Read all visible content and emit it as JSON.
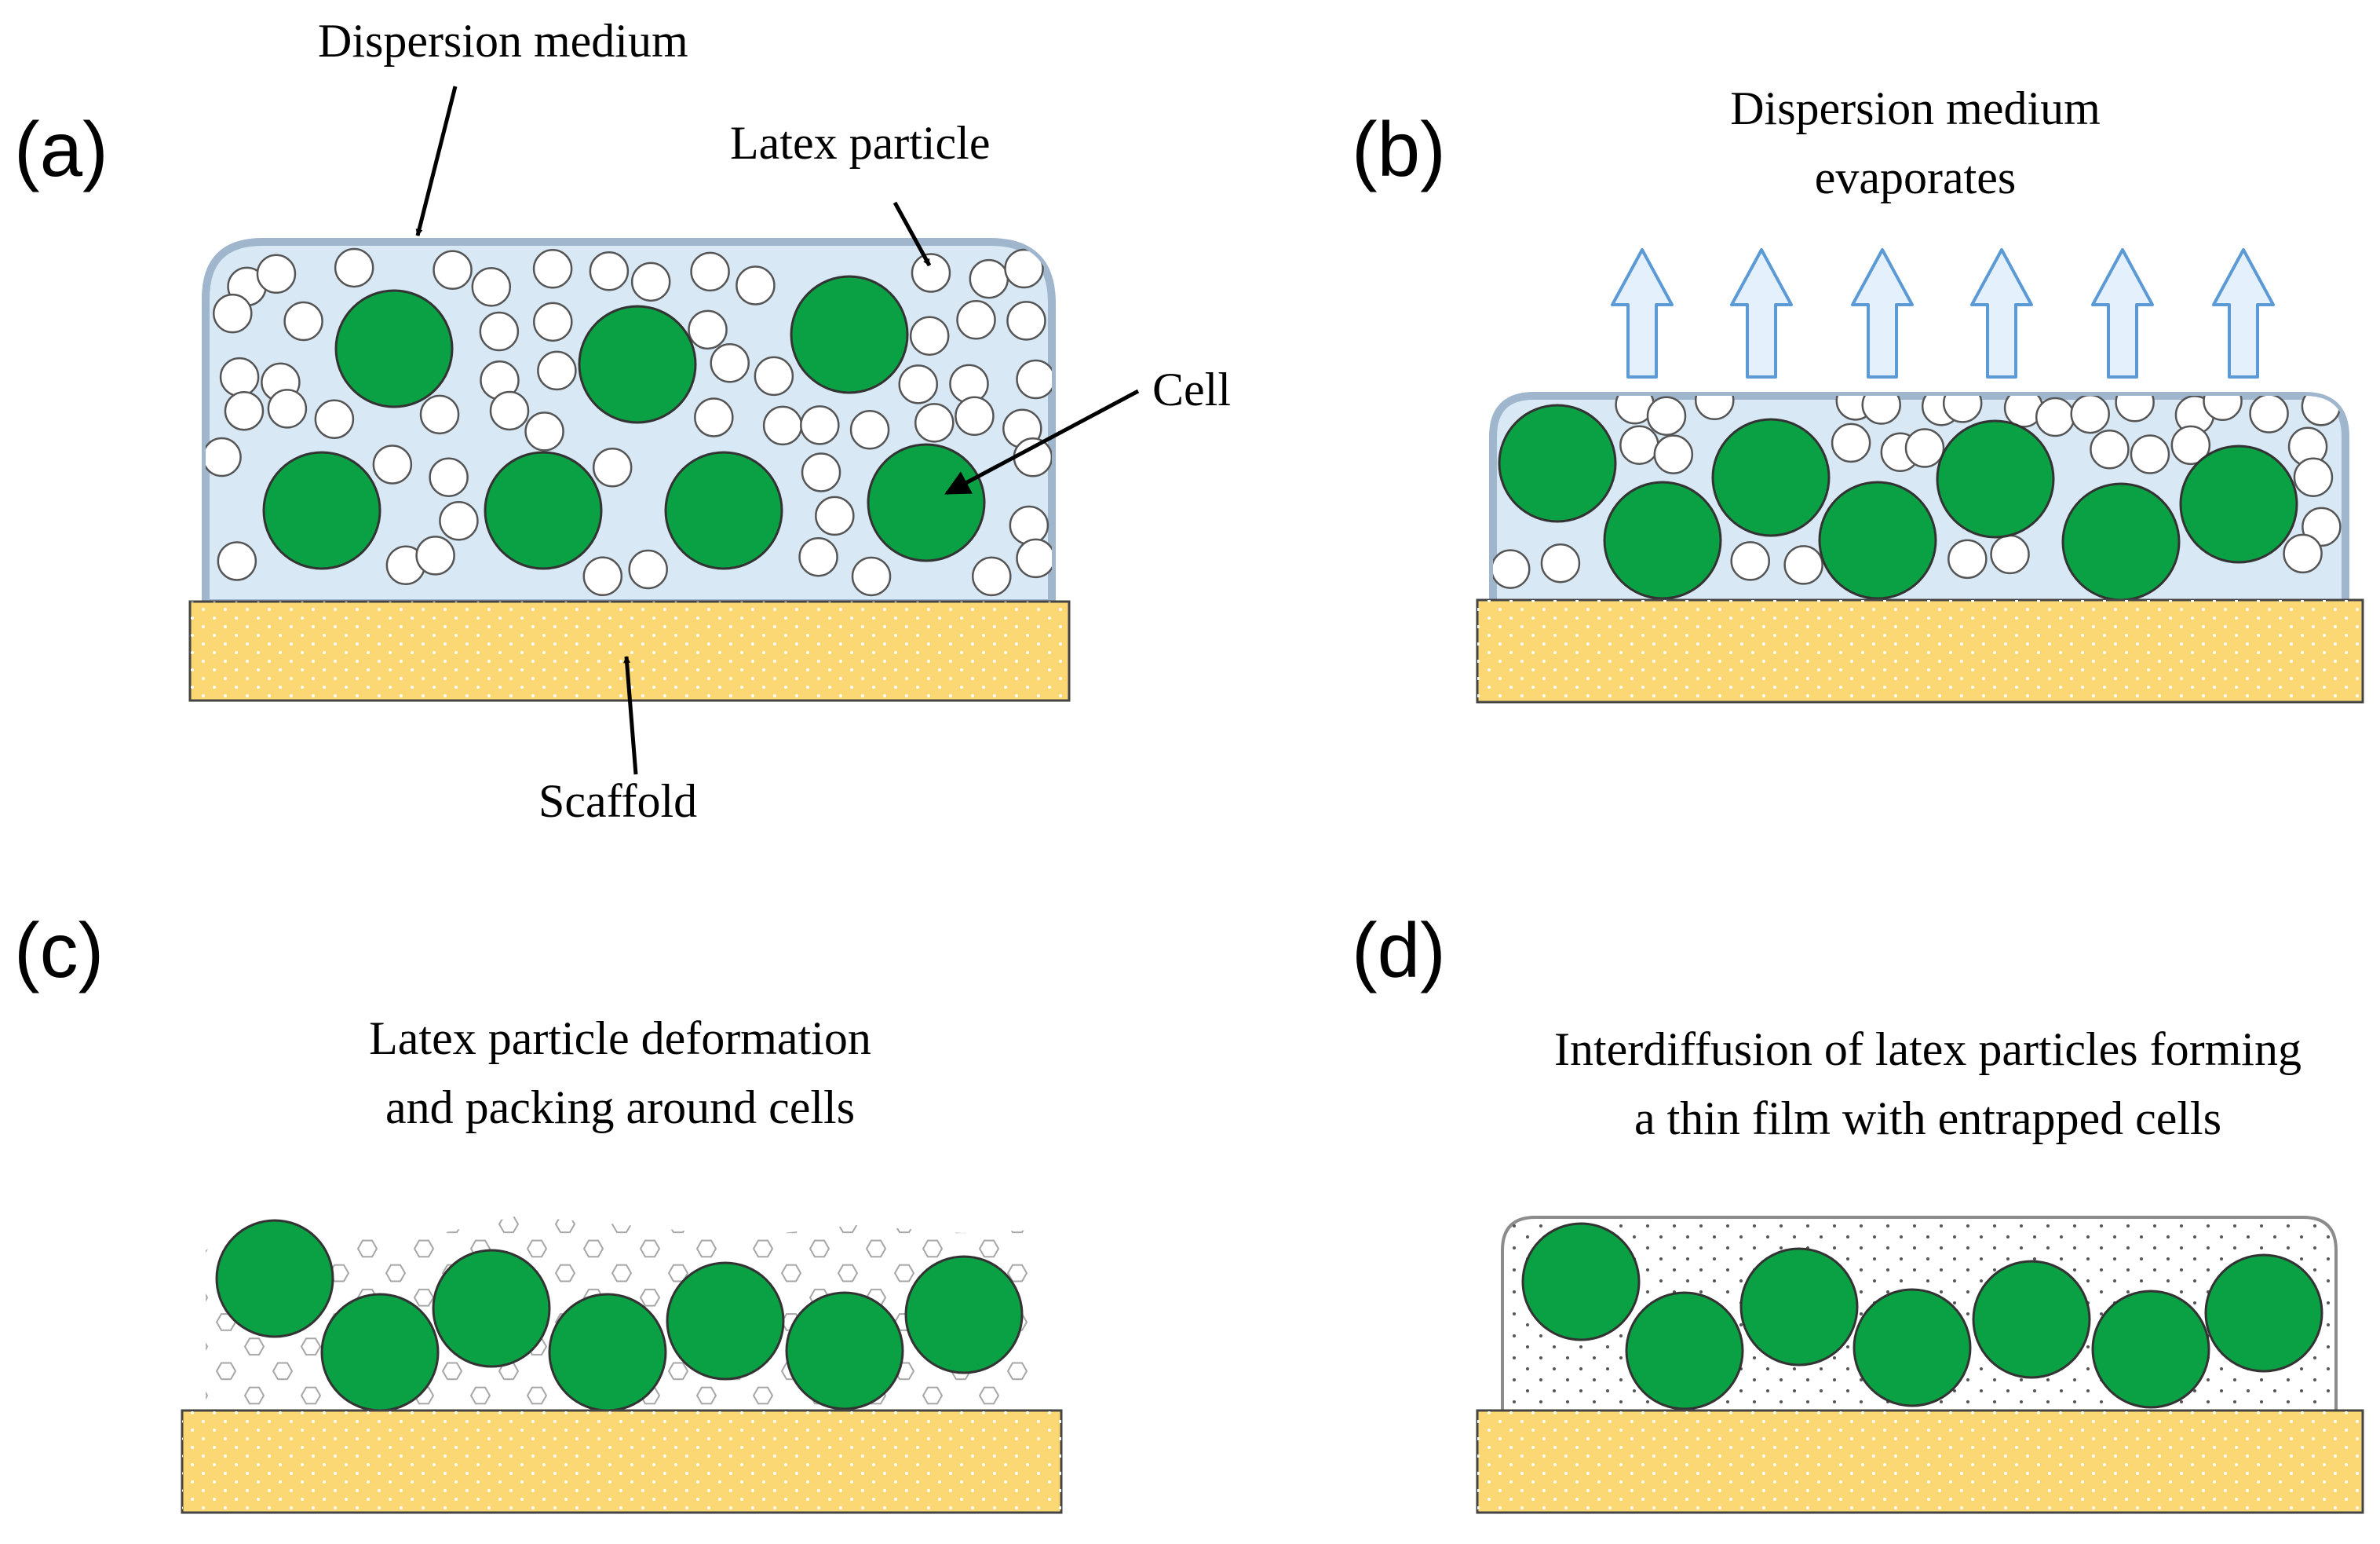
{
  "panels": {
    "a": {
      "label": "(a)",
      "annotations": {
        "dispersion_medium": "Dispersion medium",
        "latex_particle": "Latex particle",
        "cell": "Cell",
        "scaffold": "Scaffold"
      }
    },
    "b": {
      "label": "(b)",
      "caption_line1": "Dispersion medium",
      "caption_line2": "evaporates"
    },
    "c": {
      "label": "(c)",
      "caption_line1": "Latex particle deformation",
      "caption_line2": "and packing around cells"
    },
    "d": {
      "label": "(d)",
      "caption_line1": "Interdiffusion of latex particles forming",
      "caption_line2": "a thin film with entrapped cells"
    }
  },
  "colors": {
    "cell_fill": "#0aa044",
    "scaffold_fill": "#fcd875",
    "medium_fill": "#d8e8f4",
    "medium_stroke": "#9fb6cd",
    "arrow_up_fill": "#e4f0fb",
    "arrow_up_stroke": "#5b9ad5"
  }
}
